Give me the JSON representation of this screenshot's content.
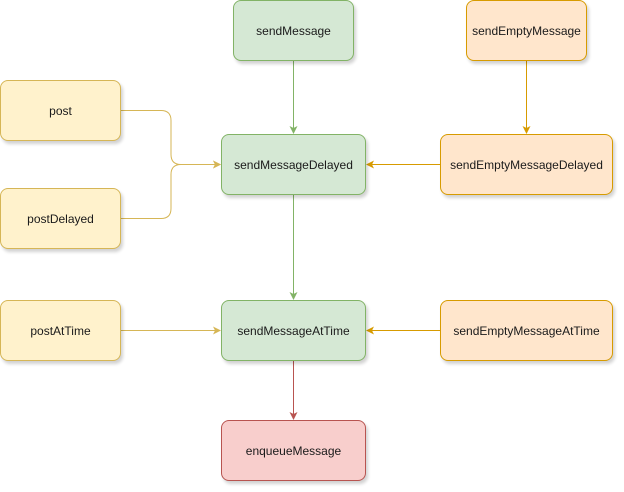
{
  "colors": {
    "green_fill": "#d5e8d4",
    "green_stroke": "#82b366",
    "yellow_fill": "#fff2cc",
    "yellow_stroke": "#d6b656",
    "orange_fill": "#ffe6cc",
    "orange_stroke": "#d79b00",
    "red_fill": "#f8cecc",
    "red_stroke": "#b85450"
  },
  "nodes": {
    "send_message": "sendMessage",
    "send_empty_message": "sendEmptyMessage",
    "post": "post",
    "send_message_delayed": "sendMessageDelayed",
    "send_empty_message_delayed": "sendEmptyMessageDelayed",
    "post_delayed": "postDelayed",
    "post_at_time": "postAtTime",
    "send_message_at_time": "sendMessageAtTime",
    "send_empty_message_at_time": "sendEmptyMessageAtTime",
    "enqueue_message": "enqueueMessage"
  },
  "edges": [
    {
      "from": "sendMessage",
      "to": "sendMessageDelayed",
      "color": "#82b366"
    },
    {
      "from": "sendEmptyMessage",
      "to": "sendEmptyMessageDelayed",
      "color": "#d79b00"
    },
    {
      "from": "post",
      "to": "sendMessageDelayed",
      "color": "#d6b656"
    },
    {
      "from": "postDelayed",
      "to": "sendMessageDelayed",
      "color": "#d6b656"
    },
    {
      "from": "sendEmptyMessageDelayed",
      "to": "sendMessageDelayed",
      "color": "#d79b00"
    },
    {
      "from": "sendMessageDelayed",
      "to": "sendMessageAtTime",
      "color": "#82b366"
    },
    {
      "from": "postAtTime",
      "to": "sendMessageAtTime",
      "color": "#d6b656"
    },
    {
      "from": "sendEmptyMessageAtTime",
      "to": "sendMessageAtTime",
      "color": "#d79b00"
    },
    {
      "from": "sendMessageAtTime",
      "to": "enqueueMessage",
      "color": "#b85450"
    }
  ]
}
